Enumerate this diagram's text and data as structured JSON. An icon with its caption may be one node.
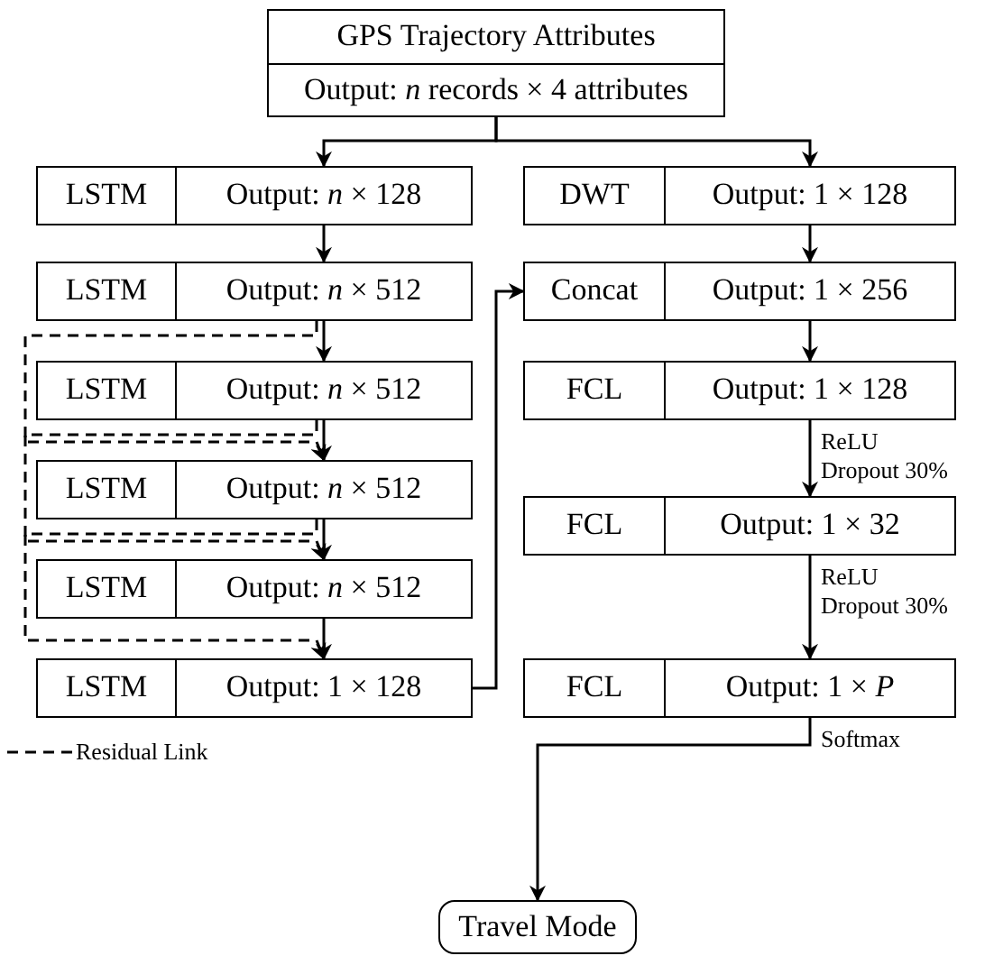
{
  "diagram": {
    "nodes": [
      {
        "text": [
          "GPS Trajectory Attributes",
          "Output: *n* records × 4 attributes"
        ]
      },
      {
        "text": [
          "LSTM",
          "Output: *n* × 128"
        ]
      },
      {
        "text": [
          "LSTM",
          "Output: *n* × 512"
        ]
      },
      {
        "text": [
          "LSTM",
          "Output: *n* × 512"
        ]
      },
      {
        "text": [
          "LSTM",
          "Output: *n* × 512"
        ]
      },
      {
        "text": [
          "LSTM",
          "Output: *n* × 512"
        ]
      },
      {
        "text": [
          "LSTM",
          "Output: 1 × 128"
        ]
      },
      {
        "text": [
          "DWT",
          "Output: 1 × 128"
        ]
      },
      {
        "text": [
          "Concat",
          "Output: 1 × 256"
        ]
      },
      {
        "text": [
          "FCL",
          "Output: 1 × 128"
        ]
      },
      {
        "text": [
          "FCL",
          "Output: 1 × 32"
        ]
      },
      {
        "text": [
          "FCL",
          "Output: 1 × *P*"
        ]
      },
      {
        "text": [
          "Travel Mode"
        ]
      }
    ],
    "edges": [
      {
        "from": 0,
        "to": 1,
        "arrow": "to"
      },
      {
        "from": 0,
        "to": 7,
        "arrow": "to"
      },
      {
        "from": 1,
        "to": 2,
        "arrow": "to"
      },
      {
        "from": 2,
        "to": 3,
        "arrow": "to"
      },
      {
        "from": 3,
        "to": 4,
        "arrow": "to"
      },
      {
        "from": 4,
        "to": 5,
        "arrow": "to"
      },
      {
        "from": 5,
        "to": 6,
        "arrow": "to"
      },
      {
        "from": 2,
        "to": 4,
        "arrow": "to",
        "style": "dashed"
      },
      {
        "from": 3,
        "to": 5,
        "arrow": "to",
        "style": "dashed"
      },
      {
        "from": 4,
        "to": 6,
        "arrow": "to",
        "style": "dashed"
      },
      {
        "from": 6,
        "to": 8,
        "arrow": "to"
      },
      {
        "from": 7,
        "to": 8,
        "arrow": "to"
      },
      {
        "from": 8,
        "to": 9,
        "arrow": "to"
      },
      {
        "from": 9,
        "to": 10,
        "label": "ReLU Dropout 30%",
        "arrow": "to"
      },
      {
        "from": 10,
        "to": 11,
        "label": "ReLU Dropout 30%",
        "arrow": "to"
      },
      {
        "from": 11,
        "to": 12,
        "label": "Softmax",
        "arrow": "to"
      }
    ],
    "legend": [
      {
        "text": "Residual Link"
      }
    ]
  }
}
